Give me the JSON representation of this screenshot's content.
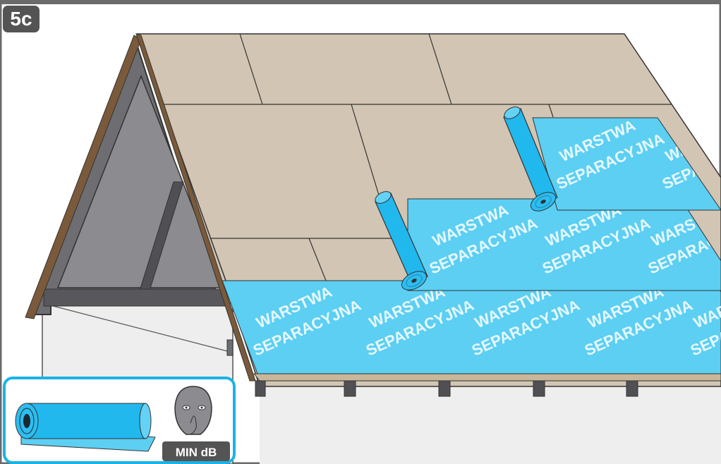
{
  "step_label": "5c",
  "membrane_text": {
    "line1": "WARSTWA",
    "line2": "SEPARACYJNA"
  },
  "inset": {
    "badge_text": "MIN dB"
  },
  "colors": {
    "frame": "#6b6b6b",
    "osb": "#d2c5b3",
    "membrane": "#5ccff3",
    "membrane_roll": "#21b8ee",
    "gable": "#6e6e72",
    "wall": "#eeeeee",
    "inset_border": "#1ab3e6",
    "badge": "#545454"
  },
  "icons": [
    "membrane-roll-icon",
    "silence-face-icon"
  ]
}
